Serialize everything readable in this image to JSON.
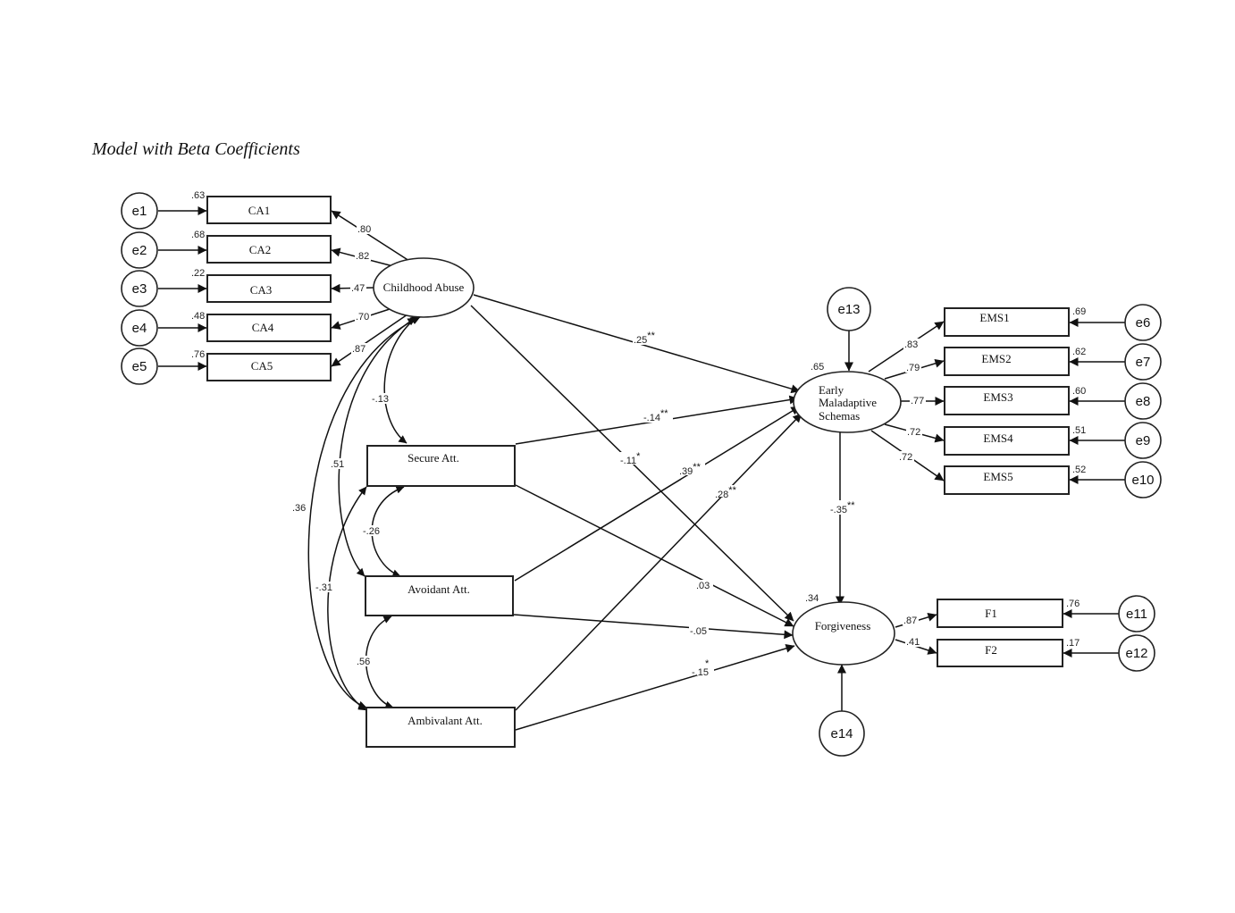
{
  "title": "Model with Beta Coefficients",
  "nodes": {
    "e1": "e1",
    "e2": "e2",
    "e3": "e3",
    "e4": "e4",
    "e5": "e5",
    "e6": "e6",
    "e7": "e7",
    "e8": "e8",
    "e9": "e9",
    "e10": "e10",
    "e11": "e11",
    "e12": "e12",
    "e13": "e13",
    "e14": "e14",
    "CA1": "CA1",
    "CA2": "CA2",
    "CA3": "CA3",
    "CA4": "CA4",
    "CA5": "CA5",
    "EMS1": "EMS1",
    "EMS2": "EMS2",
    "EMS3": "EMS3",
    "EMS4": "EMS4",
    "EMS5": "EMS5",
    "F1": "F1",
    "F2": "F2",
    "secure": "Secure Att.",
    "avoidant": "Avoidant Att.",
    "ambivalant": "Ambivalant Att.",
    "childhood_abuse": "Childhood Abuse",
    "ems_line1": "Early",
    "ems_line2": "Maladaptive",
    "ems_line3": "Schemas",
    "forgiveness": "Forgiveness"
  },
  "r_squared": {
    "CA1": ".63",
    "CA2": ".68",
    "CA3": ".22",
    "CA4": ".48",
    "CA5": ".76",
    "EMS1": ".69",
    "EMS2": ".62",
    "EMS3": ".60",
    "EMS4": ".51",
    "EMS5": ".52",
    "F1": ".76",
    "F2": ".17",
    "EMS": ".65",
    "Forgiveness": ".34"
  },
  "loadings": {
    "CA1": ".80",
    "CA2": ".82",
    "CA3": ".47",
    "CA4": ".70",
    "CA5": ".87",
    "EMS1": ".83",
    "EMS2": ".79",
    "EMS3": ".77",
    "EMS4": ".72",
    "EMS5": ".72",
    "F1": ".87",
    "F2": ".41"
  },
  "covariances": {
    "ca_secure": "-.13",
    "ca_avoidant": ".51",
    "ca_ambivalant": ".36",
    "secure_avoidant": "-.26",
    "secure_ambivalant": "-.31",
    "avoidant_ambivalant": ".56"
  },
  "paths": {
    "ca_ems": ".25",
    "ca_ems_sig": "**",
    "secure_ems": "-.14",
    "secure_ems_sig": "**",
    "ca_forg": "-.11",
    "ca_forg_sig": "*",
    "avoidant_ems": ".39",
    "avoidant_ems_sig": "**",
    "ambivalant_ems": ".28",
    "ambivalant_ems_sig": "**",
    "ems_forg": "-.35",
    "ems_forg_sig": "**",
    "secure_forg": ".03",
    "avoidant_forg": "-.05",
    "ambivalant_forg": "-.15",
    "ambivalant_forg_sig": "*"
  }
}
